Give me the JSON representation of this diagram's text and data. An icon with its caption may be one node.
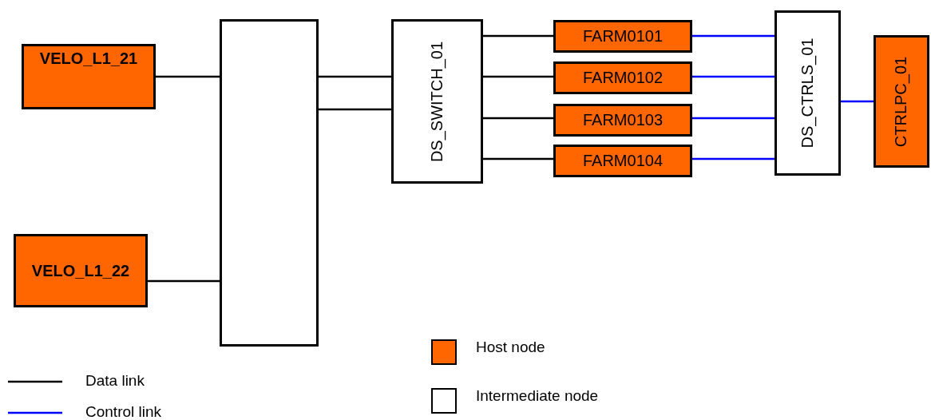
{
  "diagram": {
    "nodes": [
      {
        "text": [
          "VELO_L1_21"
        ]
      },
      {
        "text": [
          "VELO_L1_22"
        ]
      },
      {
        "text": [],
        "shape": "box"
      },
      {
        "text": [
          "DS_SWITCH_01"
        ]
      },
      {
        "text": [
          "FARM0101"
        ]
      },
      {
        "text": [
          "FARM0102"
        ]
      },
      {
        "text": [
          "FARM0103"
        ]
      },
      {
        "text": [
          "FARM0104"
        ]
      },
      {
        "text": [
          "DS_CTRLS_01"
        ]
      },
      {
        "text": [
          "CTRLPC_01"
        ]
      }
    ],
    "edges": [
      {
        "from": 0,
        "to": 2,
        "arrow": "none"
      },
      {
        "from": 1,
        "to": 2,
        "arrow": "none"
      },
      {
        "from": 2,
        "to": 3,
        "arrow": "none"
      },
      {
        "from": 2,
        "to": 3,
        "arrow": "none"
      },
      {
        "from": 3,
        "to": 4,
        "arrow": "none"
      },
      {
        "from": 3,
        "to": 5,
        "arrow": "none"
      },
      {
        "from": 3,
        "to": 6,
        "arrow": "none"
      },
      {
        "from": 3,
        "to": 7,
        "arrow": "none"
      },
      {
        "from": 4,
        "to": 8,
        "arrow": "none",
        "color": "#0000ff"
      },
      {
        "from": 5,
        "to": 8,
        "arrow": "none",
        "color": "#0000ff"
      },
      {
        "from": 6,
        "to": 8,
        "arrow": "none",
        "color": "#0000ff"
      },
      {
        "from": 7,
        "to": 8,
        "arrow": "none",
        "color": "#0000ff"
      },
      {
        "from": 8,
        "to": 9,
        "arrow": "none",
        "color": "#0000ff"
      }
    ],
    "legend": [
      {
        "text": "Host node",
        "color": "#ff6600"
      },
      {
        "text": "Intermediate node",
        "color": "#ffffff"
      },
      {
        "text": "Data link"
      },
      {
        "text": "Control link"
      }
    ]
  }
}
